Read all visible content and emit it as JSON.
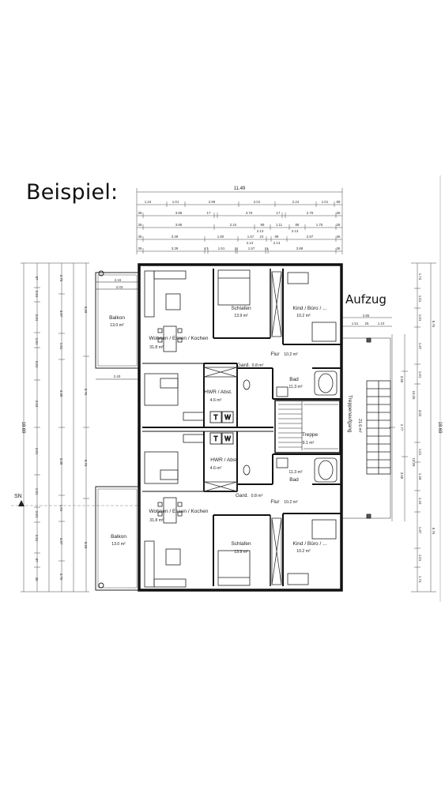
{
  "heading": "Beispiel:",
  "elevator_label": "Aufzug",
  "north_label": "SN",
  "rooms": {
    "balkon_top": {
      "name": "Balkon",
      "area": "13.0 m²"
    },
    "wohnen_top": {
      "name": "Wohnen / Essen / Kochen",
      "area": "31.8 m²"
    },
    "schlafen_top": {
      "name": "Schlafen",
      "area": "13.9 m²"
    },
    "kind_top": {
      "name": "Kind / Büro / ...",
      "area": "10.2 m²"
    },
    "flur_top": {
      "name": "Flur",
      "area": "10.2 m²"
    },
    "gard_top": {
      "name": "Gard.",
      "area": "0.8 m²"
    },
    "bad_top": {
      "name": "Bad",
      "area": "11.3 m²"
    },
    "hwr_top": {
      "name": "HWR / Abst.",
      "area": "4.6 m²"
    },
    "treppe": {
      "name": "Treppe",
      "area": "9.1 m²"
    },
    "bad_bottom": {
      "name": "Bad",
      "area": "11.3 m²"
    },
    "hwr_bottom": {
      "name": "HWR / Abst.",
      "area": "4.6 m²"
    },
    "gard_bottom": {
      "name": "Gard.",
      "area": "0.8 m²"
    },
    "flur_bottom": {
      "name": "Flur",
      "area": "10.2 m²"
    },
    "wohnen_bottom": {
      "name": "Wohnen / Essen / Kochen",
      "area": "31.8 m²"
    },
    "balkon_bottom": {
      "name": "Balkon",
      "area": "13.0 m²"
    },
    "schlafen_bottom": {
      "name": "Schlafen",
      "area": "13.9 m²"
    },
    "kind_bottom": {
      "name": "Kind / Büro / ...",
      "area": "10.2 m²"
    },
    "laubengang": {
      "name": "Treppenaufgang",
      "area": "21.6 m²"
    }
  },
  "appliance_labels": [
    "T",
    "W",
    "T",
    "W"
  ],
  "dimensions": {
    "overall_width": "11.49",
    "overall_height": "18.69",
    "row1": [
      "1.24",
      "1.01",
      "2.99",
      "2.01",
      "2.24",
      "1.01",
      "99"
    ],
    "row2": [
      "36",
      "3.88",
      "17",
      "3.76",
      "17",
      "2.76",
      "36"
    ],
    "row3": [
      "36",
      "3.88",
      "2.24",
      "88",
      "1.11",
      "88",
      "1.75",
      "36"
    ],
    "row3b": [
      "2.13",
      "2.13"
    ],
    "row4": [
      "36",
      "3.39",
      "1.80",
      "1.57",
      "24",
      "88",
      "2.87",
      "36"
    ],
    "row4b": [
      "2.13",
      "2.13"
    ],
    "row5": [
      "36",
      "3.39",
      "17",
      "1.51",
      "11",
      "1.57",
      "11",
      "3.88",
      "36"
    ],
    "balcony": [
      "2.16",
      "2.03",
      "2.40"
    ],
    "right_top": [
      "2.85",
      "1.51",
      "25",
      "1.10"
    ],
    "left_col1": [
      "36",
      "87",
      "2.51",
      "76",
      "2.01",
      "1.51",
      "76",
      "2.01",
      "2.24",
      "76",
      "2.01",
      "1.51",
      "76",
      "2.01",
      "2.51",
      "87",
      "36"
    ],
    "left_col2": [
      "3.70",
      "3.87",
      "1.51",
      "3.38",
      "2.38",
      "3.38",
      "1.51",
      "3.87",
      "3.70"
    ],
    "left_col3": [
      "5.28",
      "8.76",
      "8.75",
      "8.76",
      "5.28"
    ],
    "right_col1": [
      "1.74",
      "1.01",
      "1.01",
      "1.87",
      "1.01",
      "3.02",
      "1.01",
      "1.49",
      "1.10",
      "1.87",
      "1.01",
      "1.74"
    ],
    "right_col2": [
      "8.76",
      "3.50",
      "2.77",
      "3.50",
      "8.76"
    ],
    "right_col3": [
      "10.25",
      "10.25"
    ]
  }
}
